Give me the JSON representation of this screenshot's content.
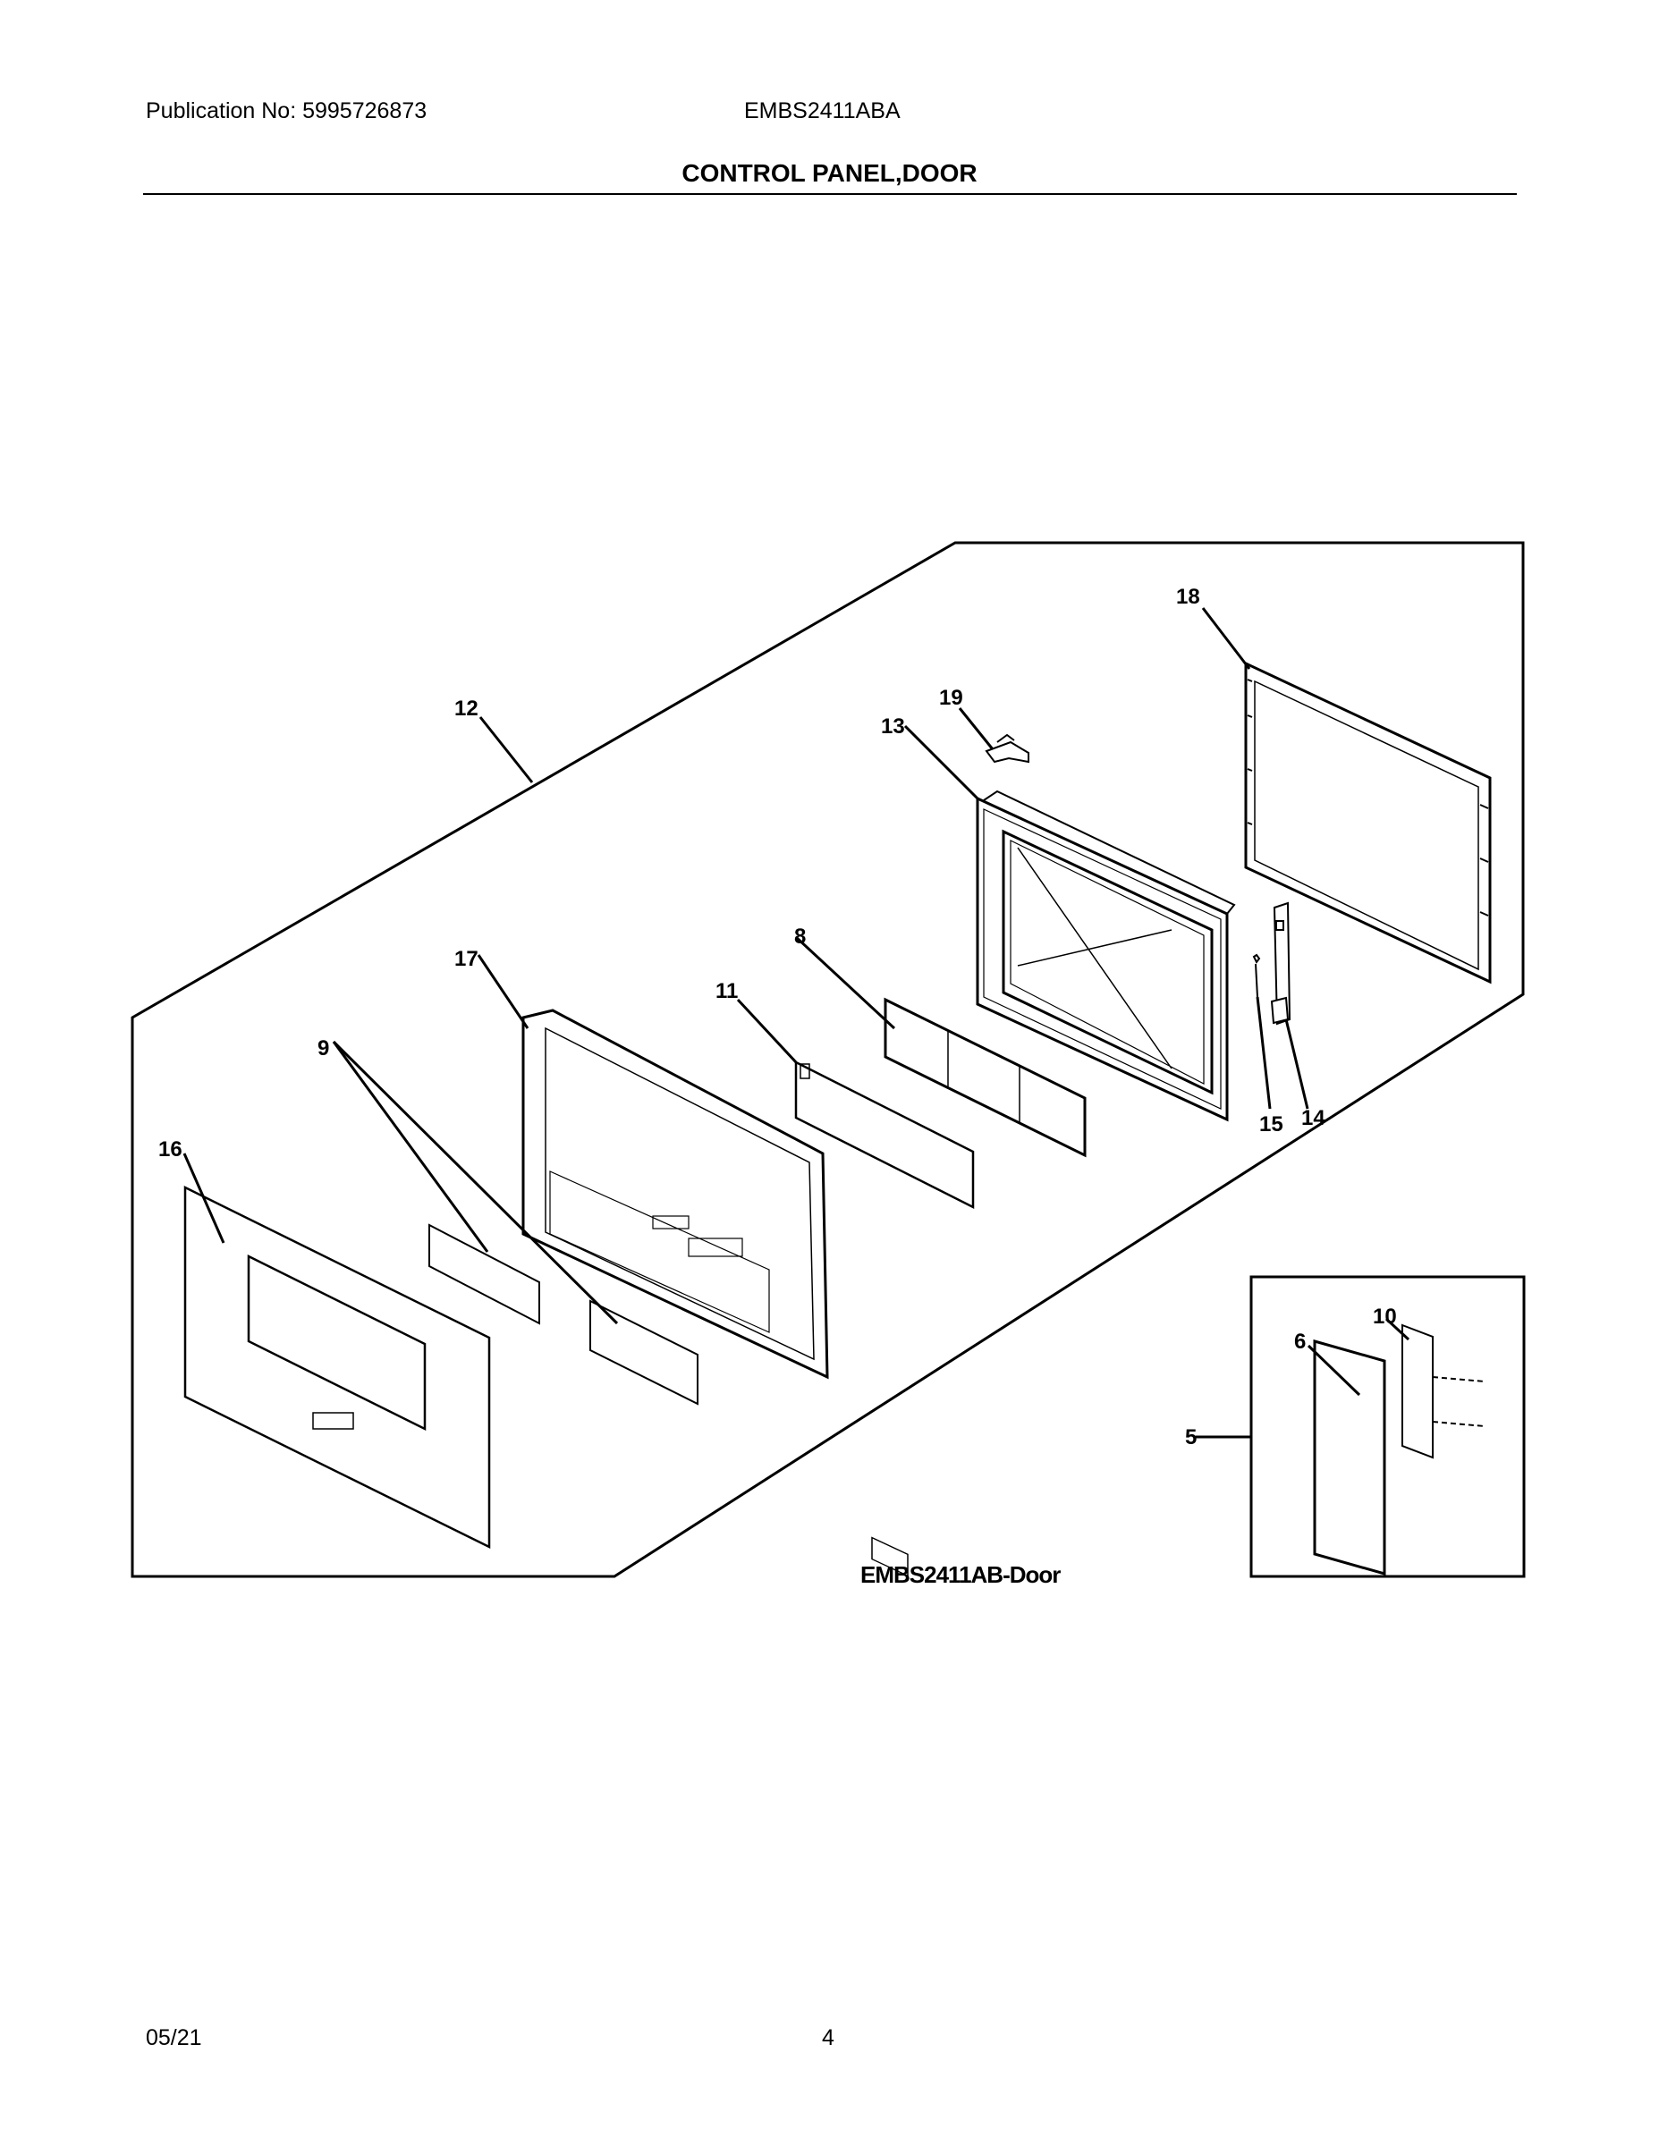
{
  "header": {
    "publication": "Publication No: 5995726873",
    "model": "EMBS2411ABA",
    "title": "CONTROL PANEL,DOOR"
  },
  "diagram": {
    "caption": "EMBS2411AB-Door",
    "callouts": [
      "18",
      "19",
      "13",
      "12",
      "8",
      "17",
      "11",
      "9",
      "16",
      "15",
      "14",
      "10",
      "6",
      "5"
    ]
  },
  "footer": {
    "date": "05/21",
    "page": "4"
  }
}
